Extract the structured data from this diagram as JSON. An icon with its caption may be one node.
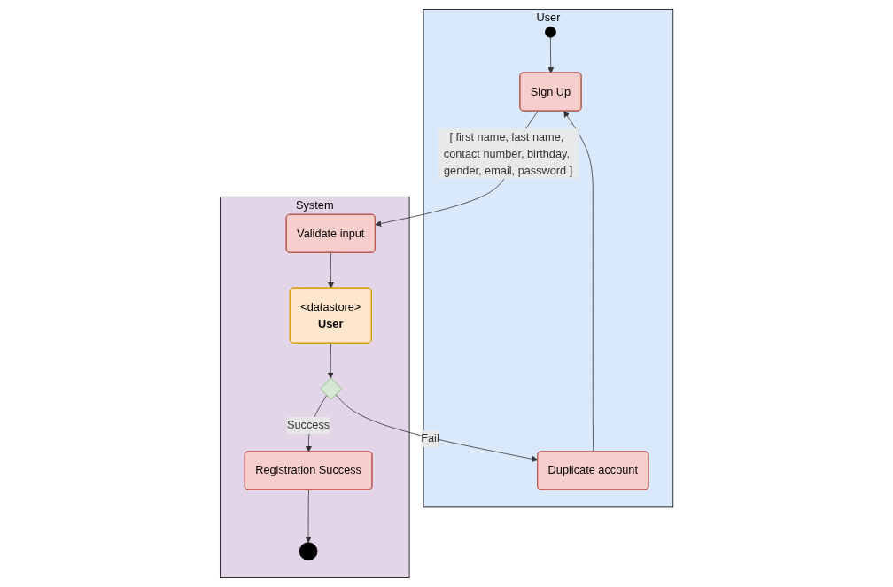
{
  "diagram": {
    "nodes": [
      {
        "text": [
          "User"
        ]
      },
      {
        "text": [
          "System"
        ]
      },
      {
        "text": [],
        "shape": "circle",
        "in": 0
      },
      {
        "text": [
          "Sign Up"
        ],
        "in": 0
      },
      {
        "text": [
          "Duplicate account"
        ],
        "in": 0
      },
      {
        "text": [
          "Validate input"
        ],
        "in": 1
      },
      {
        "text": [
          "<datastore>",
          "User"
        ],
        "in": 1
      },
      {
        "text": [],
        "shape": "diamond",
        "in": 1
      },
      {
        "text": [
          "Registration Success"
        ],
        "in": 1
      },
      {
        "text": [],
        "shape": "circle",
        "in": 1
      }
    ],
    "edges": [
      {
        "from": 2,
        "to": 3,
        "arrow": "to"
      },
      {
        "from": 3,
        "to": 5,
        "arrow": "to",
        "label": "[ first name, last name, contact number, birthday, gender, email, password ]"
      },
      {
        "from": 5,
        "to": 6,
        "arrow": "to"
      },
      {
        "from": 6,
        "to": 7,
        "arrow": "to"
      },
      {
        "from": 7,
        "to": 4,
        "arrow": "to",
        "label": "Fail"
      },
      {
        "from": 4,
        "to": 3,
        "arrow": "to"
      },
      {
        "from": 7,
        "to": 8,
        "arrow": "to",
        "label": "Success"
      },
      {
        "from": 8,
        "to": 9,
        "arrow": "to"
      }
    ]
  }
}
